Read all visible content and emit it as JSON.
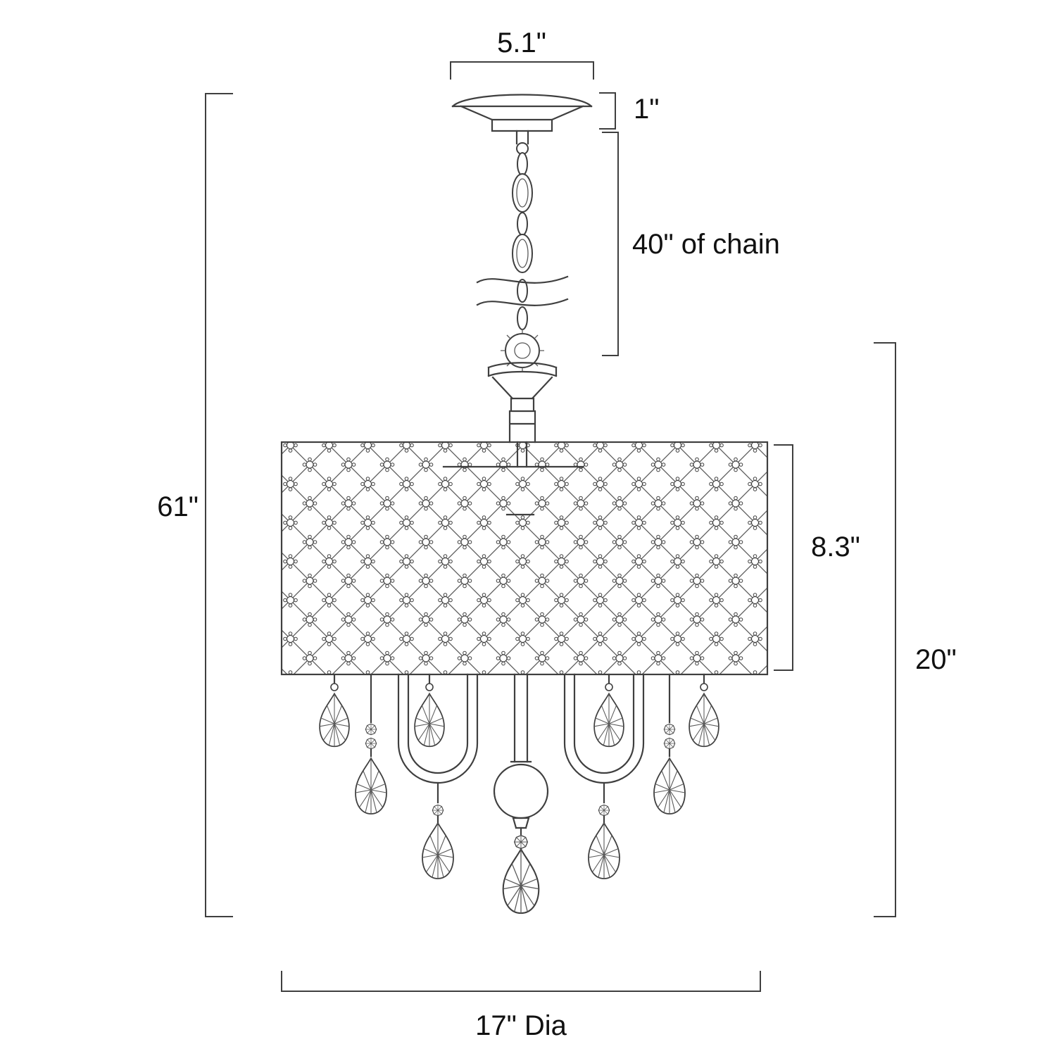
{
  "diagram": {
    "labels": {
      "canopy_width": "5.1\"",
      "canopy_height": "1\"",
      "chain_length": "40\" of chain",
      "overall_height": "61\"",
      "shade_height": "8.3\"",
      "body_height": "20\"",
      "diameter": "17\" Dia"
    },
    "colors": {
      "line": "#3f3f3f",
      "text": "#111111",
      "background": "#ffffff"
    }
  }
}
